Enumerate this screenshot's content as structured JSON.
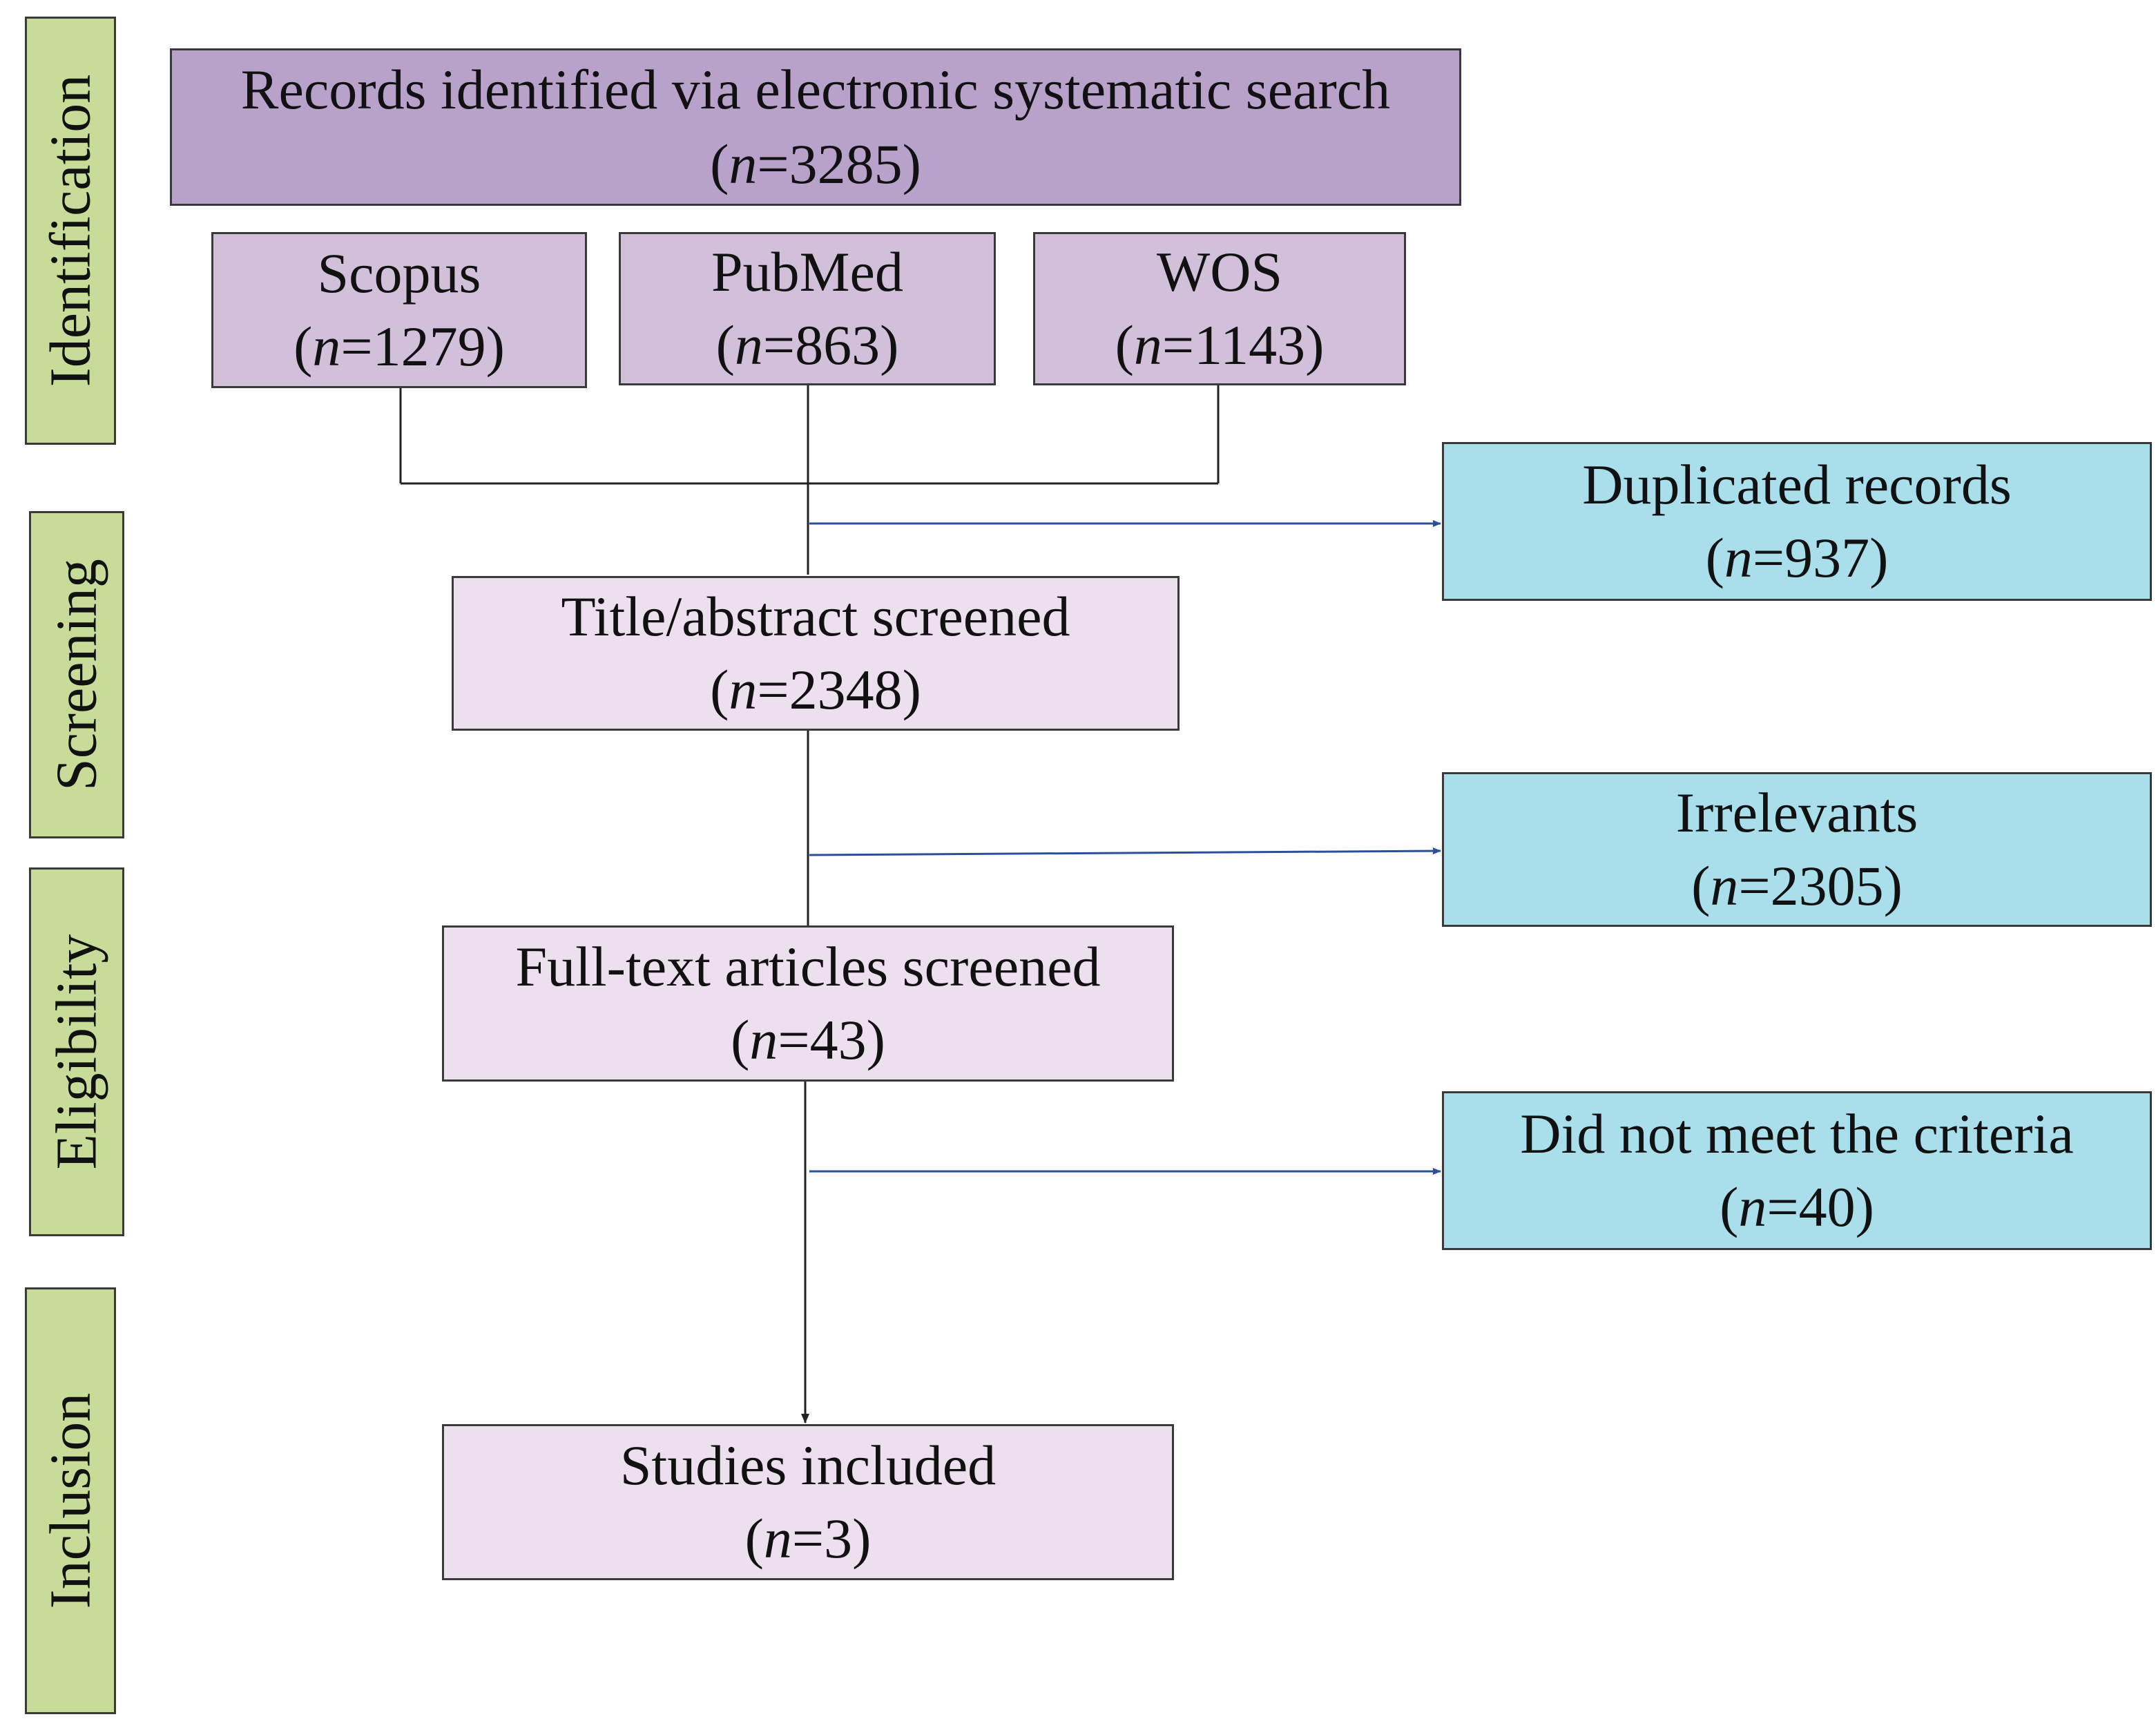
{
  "colors": {
    "stage": "#c6dc98",
    "identification": "#b9a2c9",
    "source": "#d2c0db",
    "process": "#ede0ee",
    "exclusion": "#a8dfea",
    "line": "#222222",
    "arrow": "#2a4f9c"
  },
  "stages": [
    {
      "label": "Identification"
    },
    {
      "label": "Screening"
    },
    {
      "label": "Eligibility"
    },
    {
      "label": "Inclusion"
    }
  ],
  "main": {
    "identified": {
      "title": "Records identified via electronic systematic search",
      "n": "3285"
    },
    "screened": {
      "title": "Title/abstract screened",
      "n": "2348"
    },
    "fulltext": {
      "title": "Full-text articles screened",
      "n": "43"
    },
    "included": {
      "title": "Studies included",
      "n": "3"
    }
  },
  "sources": [
    {
      "title": "Scopus",
      "n": "1279"
    },
    {
      "title": "PubMed",
      "n": "863"
    },
    {
      "title": "WOS",
      "n": "1143"
    }
  ],
  "exclusions": [
    {
      "title": "Duplicated records",
      "n": "937"
    },
    {
      "title": "Irrelevants",
      "n": "2305"
    },
    {
      "title": "Did not meet the criteria",
      "n": "40"
    }
  ],
  "n_symbol": "n"
}
